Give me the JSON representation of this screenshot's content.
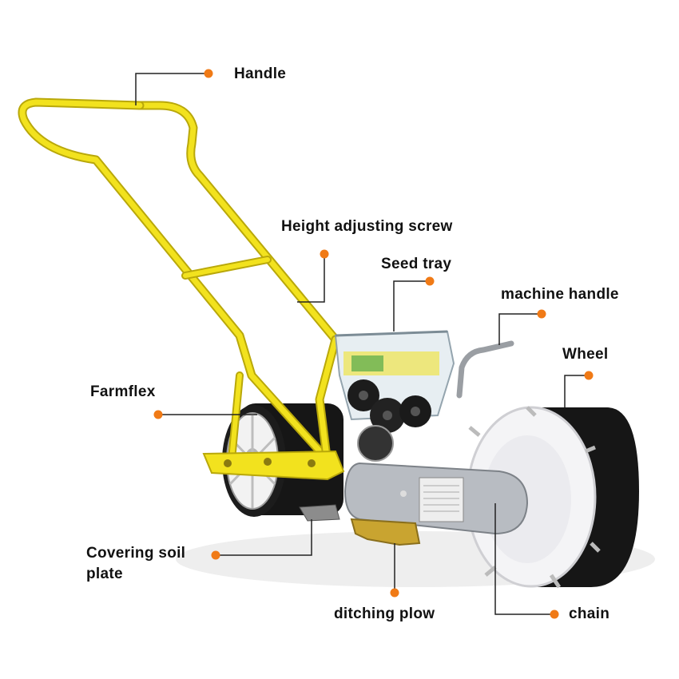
{
  "colors": {
    "frame_yellow": "#f2e21e",
    "frame_edge": "#b9a80a",
    "drum_black": "#161616",
    "wheel_white": "#f4f4f6",
    "plate_steel": "#b8bcc2",
    "hopper_glass": "#e6eef2",
    "dot_orange": "#f07a16",
    "leader_line": "#222222"
  },
  "labels": {
    "handle": "Handle",
    "height_screw": "Height adjusting screw",
    "seed_tray": "Seed tray",
    "machine_handle": "machine handle",
    "wheel": "Wheel",
    "farmflex": "Farmflex",
    "covering_soil_plate": "Covering soil plate",
    "ditching_plow": "ditching plow",
    "chain": "chain"
  },
  "icons": {
    "callout_marker": "orange-dot-icon"
  }
}
